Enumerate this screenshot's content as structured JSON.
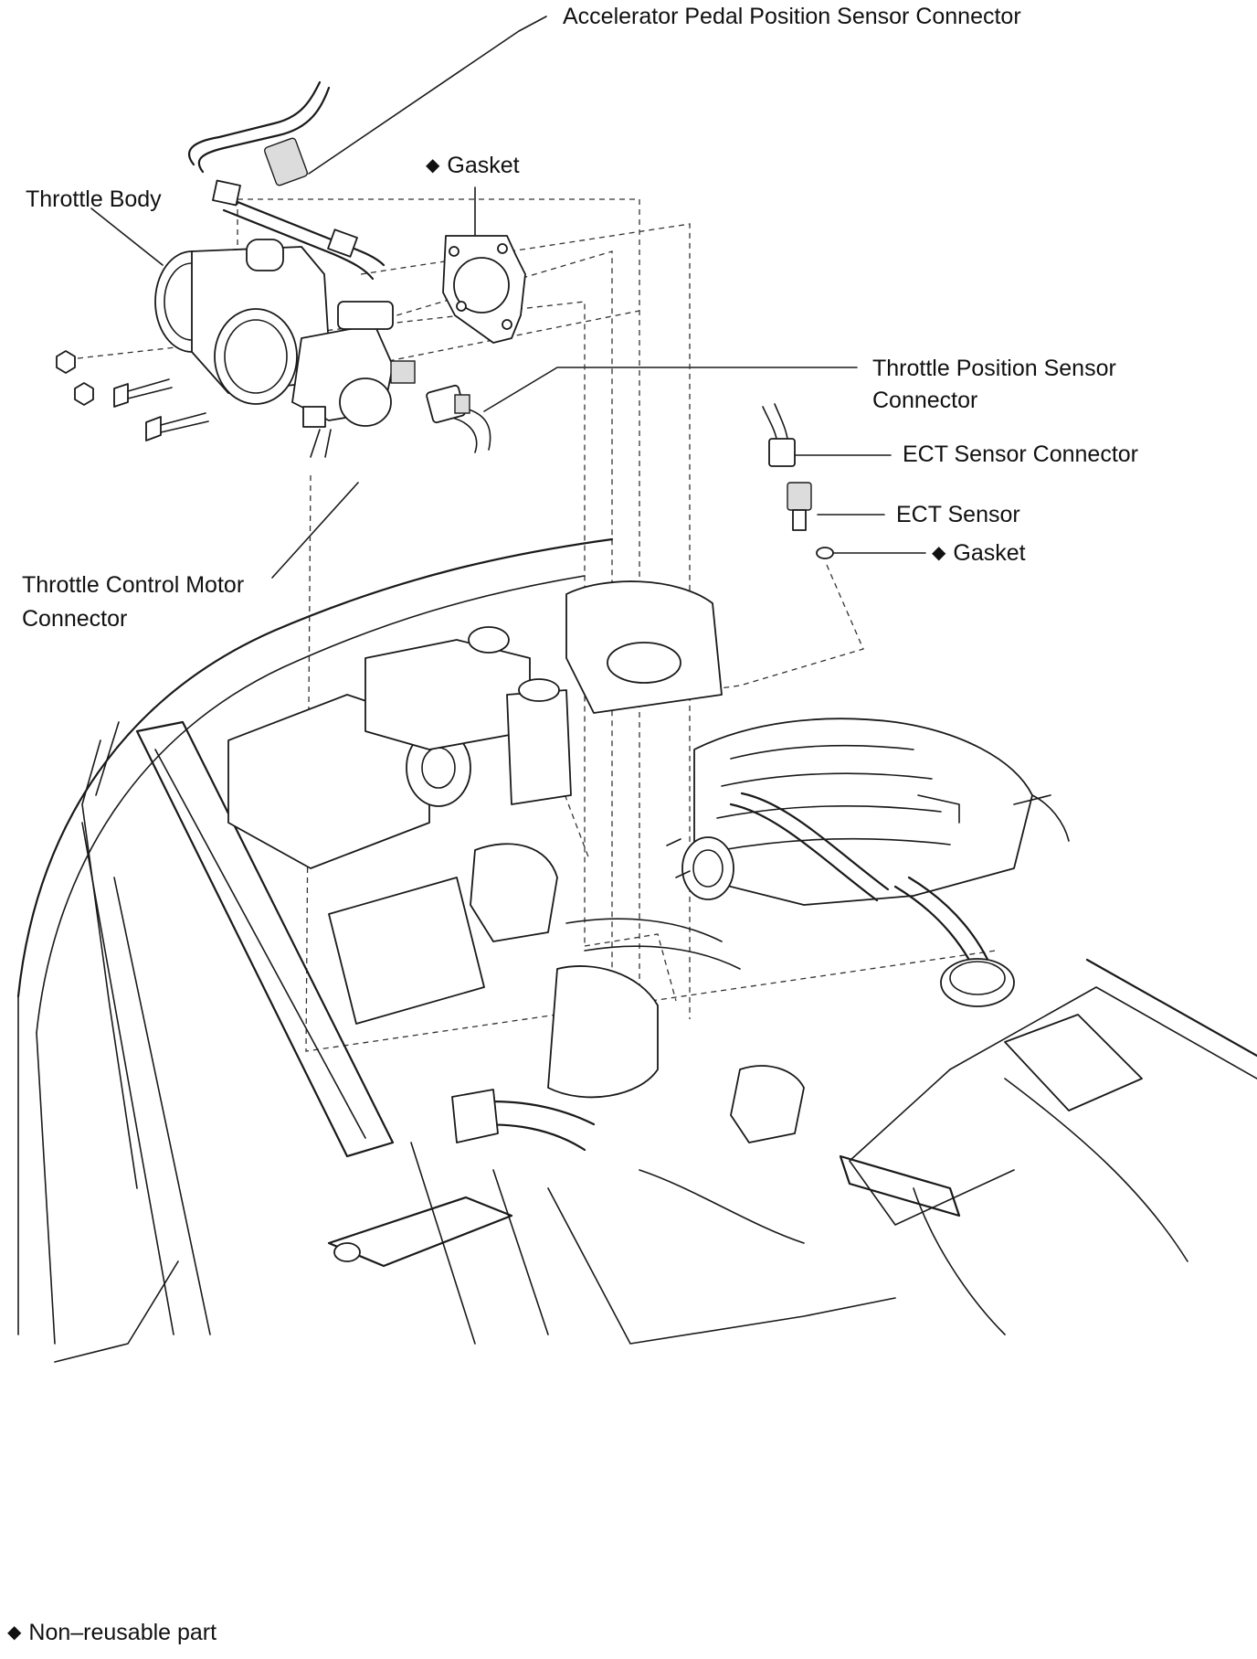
{
  "diagram": {
    "labels": {
      "accelerator_pedal_connector": "Accelerator Pedal Position Sensor Connector",
      "gasket_top": "Gasket",
      "throttle_body": "Throttle Body",
      "throttle_position_sensor_connector_line1": "Throttle Position Sensor",
      "throttle_position_sensor_connector_line2": "Connector",
      "ect_sensor_connector": "ECT Sensor Connector",
      "ect_sensor": "ECT Sensor",
      "gasket_ect": "Gasket",
      "throttle_control_motor_connector_line1": "Throttle Control Motor",
      "throttle_control_motor_connector_line2": "Connector"
    },
    "legend": {
      "symbol": "◆",
      "text": "Non–reusable part"
    }
  }
}
